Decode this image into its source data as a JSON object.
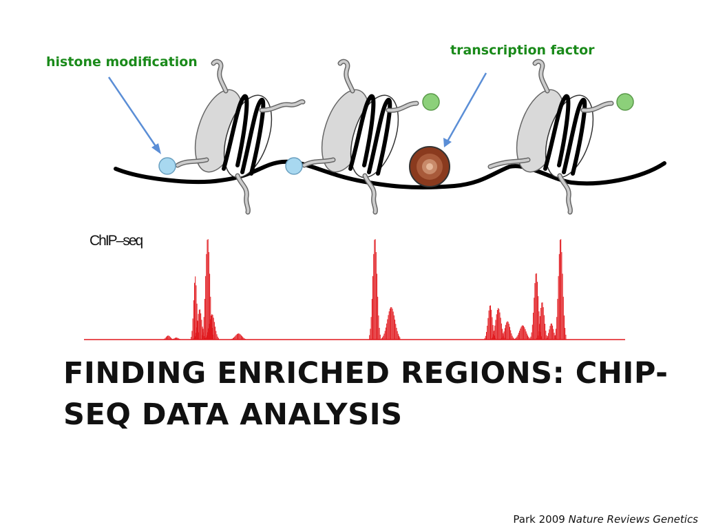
{
  "labels": {
    "histone": "histone modification",
    "tf": "transcription factor",
    "chip": "ChIP–seq"
  },
  "title": {
    "line1": "FINDING ENRICHED REGIONS: CHIP-",
    "line2": "SEQ DATA ANALYSIS"
  },
  "citation": {
    "author": "Park 2009",
    "journal": "Nature Reviews Genetics"
  },
  "colors": {
    "label": "#1a8a1a",
    "arrow": "#5b8ed6",
    "signal": "#e0161b",
    "blue_mark": "#a8d8f0",
    "green_mark": "#8cd07a",
    "tf": "#8a3a1e"
  },
  "chip_track": {
    "peaks": [
      {
        "center": 0.155,
        "height": 0.04,
        "width": 0.004
      },
      {
        "center": 0.17,
        "height": 0.02,
        "width": 0.004
      },
      {
        "center": 0.205,
        "height": 0.62,
        "width": 0.003
      },
      {
        "center": 0.213,
        "height": 0.3,
        "width": 0.004
      },
      {
        "center": 0.228,
        "height": 1.0,
        "width": 0.004
      },
      {
        "center": 0.236,
        "height": 0.25,
        "width": 0.005
      },
      {
        "center": 0.285,
        "height": 0.06,
        "width": 0.006
      },
      {
        "center": 0.537,
        "height": 1.0,
        "width": 0.004
      },
      {
        "center": 0.567,
        "height": 0.32,
        "width": 0.007
      },
      {
        "center": 0.75,
        "height": 0.34,
        "width": 0.004
      },
      {
        "center": 0.765,
        "height": 0.31,
        "width": 0.005
      },
      {
        "center": 0.782,
        "height": 0.18,
        "width": 0.005
      },
      {
        "center": 0.81,
        "height": 0.14,
        "width": 0.006
      },
      {
        "center": 0.835,
        "height": 0.66,
        "width": 0.004
      },
      {
        "center": 0.846,
        "height": 0.37,
        "width": 0.004
      },
      {
        "center": 0.863,
        "height": 0.16,
        "width": 0.004
      },
      {
        "center": 0.88,
        "height": 1.0,
        "width": 0.004
      }
    ]
  }
}
